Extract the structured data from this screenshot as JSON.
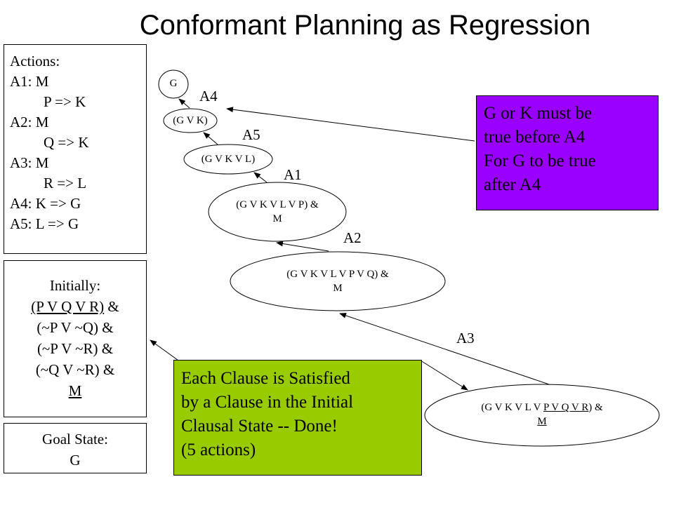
{
  "title": "Conformant Planning as Regression",
  "actions": {
    "heading": "Actions:",
    "lines": [
      {
        "text": "A1: M",
        "indent": false
      },
      {
        "text": "P => K",
        "indent": true
      },
      {
        "text": "A2: M",
        "indent": false
      },
      {
        "text": "Q => K",
        "indent": true
      },
      {
        "text": "A3: M",
        "indent": false
      },
      {
        "text": "R => L",
        "indent": true
      },
      {
        "text": "A4: K => G",
        "indent": false
      },
      {
        "text": "A5: L => G",
        "indent": false
      }
    ]
  },
  "initial": {
    "heading": "Initially:",
    "clause1": "(P V Q V R)",
    "amp": " &",
    "clause2": "(~P V ~Q) &",
    "clause3": "(~P V ~R) &",
    "clause4": "(~Q V ~R) &",
    "clause5": "M"
  },
  "goal": {
    "heading": "Goal State:",
    "value": "G"
  },
  "nodes": {
    "n0": "G",
    "n1": "(G V K)",
    "n2": "(G V K V L)",
    "n3_line1": "(G V K V L V P) &",
    "n3_line2": "M",
    "n4_line1": "(G V K V L V P V Q) &",
    "n4_line2": "M",
    "n5_prefix": "(G V K V L V ",
    "n5_u": "P V Q V R",
    "n5_suffix": ") &",
    "n5_line2": "M"
  },
  "edge_labels": {
    "a4": "A4",
    "a5": "A5",
    "a1": "A1",
    "a2": "A2",
    "a3": "A3"
  },
  "note_purple": {
    "lines": [
      "G or K must be",
      "true before A4",
      "For G to be true",
      "after A4"
    ],
    "color": "#9900ff"
  },
  "note_green": {
    "lines": [
      "Each Clause is Satisfied",
      "by a Clause in the Initial",
      "Clausal State -- Done!",
      "(5 actions)"
    ],
    "color": "#99cc00"
  }
}
